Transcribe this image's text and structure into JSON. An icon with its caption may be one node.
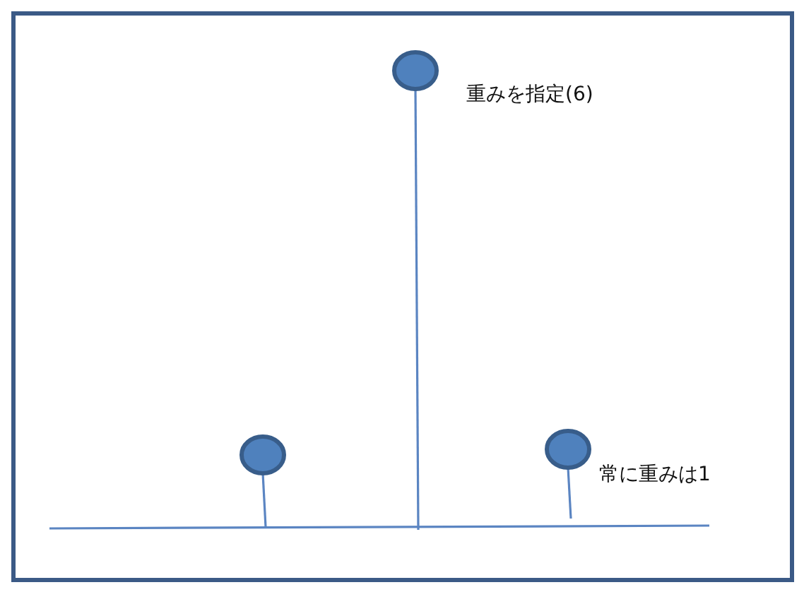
{
  "diagram": {
    "nodes": [
      {
        "text": [],
        "shape": "circle"
      },
      {
        "text": [],
        "shape": "circle",
        "beside": [
          "重みを指定(6)"
        ]
      },
      {
        "text": [],
        "shape": "circle",
        "beside": [
          "常に重みは1"
        ]
      }
    ],
    "edges": [
      {
        "from": 0,
        "to": null,
        "arrow": "none"
      },
      {
        "from": 1,
        "to": null,
        "arrow": "none"
      },
      {
        "from": 2,
        "to": null,
        "arrow": "none"
      }
    ]
  }
}
